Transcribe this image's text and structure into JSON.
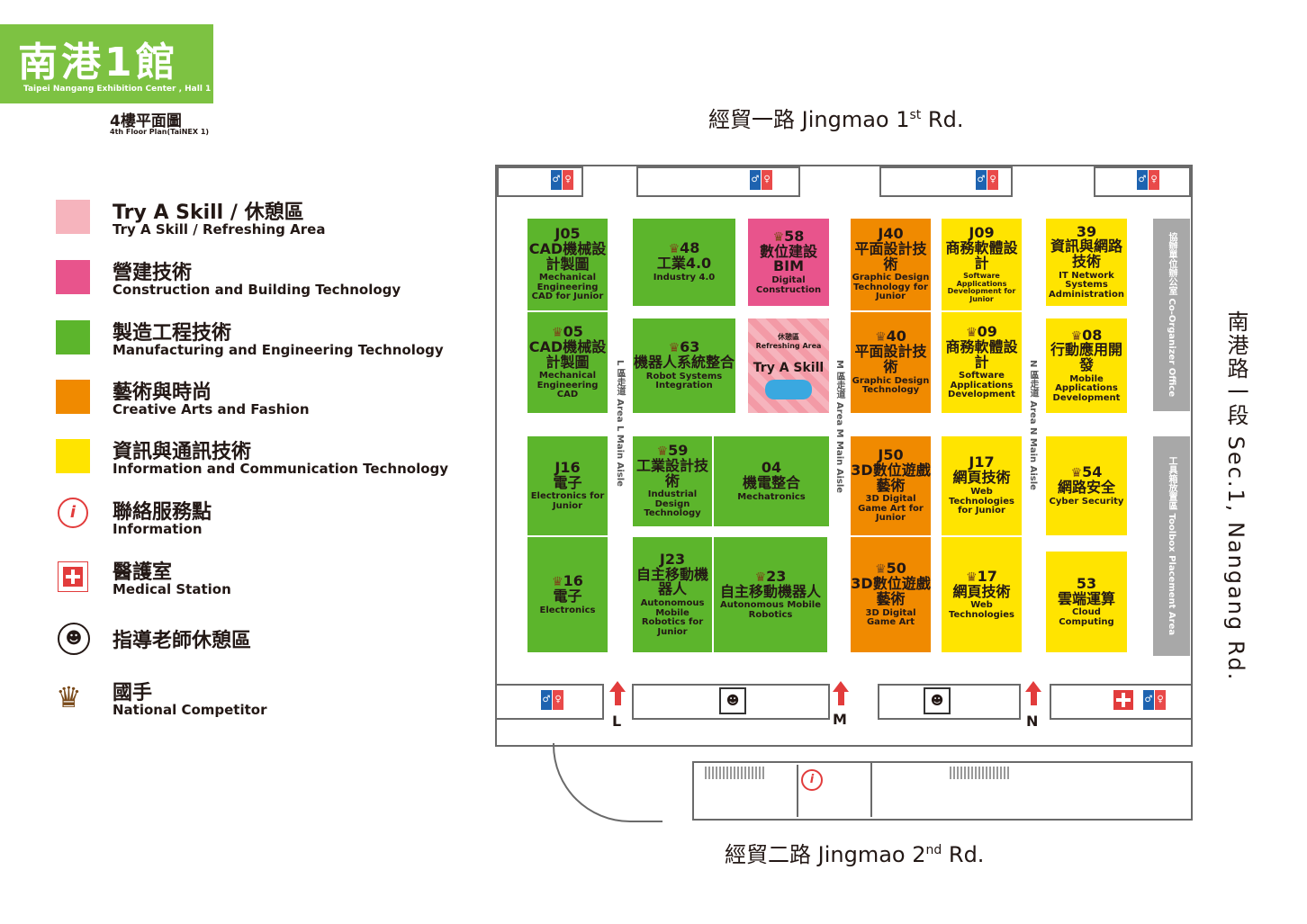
{
  "header": {
    "hall_title": "南港1館",
    "hall_subtitle": "Taipei Nangang Exhibition Center , Hall 1",
    "floor_title": "4樓平面圖",
    "floor_subtitle": "4th Floor Plan(TaiNEX 1)"
  },
  "legend": [
    {
      "zh": "Try A Skill / 休憩區",
      "en": "Try A Skill / Refreshing Area",
      "color": "#f6b4bd"
    },
    {
      "zh": "營建技術",
      "en": "Construction and Building Technology",
      "color": "#e8548c"
    },
    {
      "zh": "製造工程技術",
      "en": "Manufacturing and Engineering Technology",
      "color": "#5cb52c"
    },
    {
      "zh": "藝術與時尚",
      "en": "Creative Arts and Fashion",
      "color": "#f08a00"
    },
    {
      "zh": "資訊與通訊技術",
      "en": "Information and Communication Technology",
      "color": "#ffe400"
    },
    {
      "zh": "聯絡服務點",
      "en": "Information",
      "icon": "info-icon"
    },
    {
      "zh": "醫護室",
      "en": "Medical Station",
      "icon": "medical-icon"
    },
    {
      "zh": "指導老師休憩區",
      "en": "",
      "icon": "teacher-rest-icon"
    },
    {
      "zh": "國手",
      "en": "National Competitor",
      "icon": "crown-icon"
    }
  ],
  "roads": {
    "top": "經貿一路 Jingmao 1",
    "top_sup": "st",
    "top_tail": " Rd.",
    "bottom": "經貿二路   Jingmao 2",
    "bottom_sup": "nd",
    "bottom_tail": " Rd.",
    "right_zh": "南港路一段",
    "right_en": "Sec.1, Nangang Rd."
  },
  "booths": {
    "J05": {
      "num": "J05",
      "zh": "CAD機械設計製圖",
      "en": "Mechanical Engineering CAD for Junior"
    },
    "48": {
      "num": "48",
      "zh": "工業4.0",
      "en": "Industry 4.0"
    },
    "58": {
      "num": "58",
      "zh": "數位建設BIM",
      "en": "Digital Construction"
    },
    "J40": {
      "num": "J40",
      "zh": "平面設計技術",
      "en": "Graphic Design Technology for Junior"
    },
    "J09": {
      "num": "J09",
      "zh": "商務軟體設計",
      "en": "Software Applications Development for Junior"
    },
    "39": {
      "num": "39",
      "zh": "資訊與網路技術",
      "en": "IT Network Systems Administration"
    },
    "05": {
      "num": "05",
      "zh": "CAD機械設計製圖",
      "en": "Mechanical Engineering CAD"
    },
    "63": {
      "num": "63",
      "zh": "機器人系統整合",
      "en": "Robot Systems Integration"
    },
    "rest": {
      "zh": "休憩區",
      "en": "Refreshing Area",
      "label": "Try A Skill"
    },
    "40": {
      "num": "40",
      "zh": "平面設計技術",
      "en": "Graphic Design Technology"
    },
    "09": {
      "num": "09",
      "zh": "商務軟體設計",
      "en": "Software Applications Development"
    },
    "08": {
      "num": "08",
      "zh": "行動應用開發",
      "en": "Mobile Applications Development"
    },
    "J16": {
      "num": "J16",
      "zh": "電子",
      "en": "Electronics for Junior"
    },
    "59": {
      "num": "59",
      "zh": "工業設計技術",
      "en": "Industrial Design Technology"
    },
    "04": {
      "num": "04",
      "zh": "機電整合",
      "en": "Mechatronics"
    },
    "J50": {
      "num": "J50",
      "zh": "3D數位遊戲藝術",
      "en": "3D Digital Game Art for Junior"
    },
    "J17": {
      "num": "J17",
      "zh": "網頁技術",
      "en": "Web Technologies for Junior"
    },
    "54": {
      "num": "54",
      "zh": "網路安全",
      "en": "Cyber Security"
    },
    "16": {
      "num": "16",
      "zh": "電子",
      "en": "Electronics"
    },
    "J23": {
      "num": "J23",
      "zh": "自主移動機器人",
      "en": "Autonomous Mobile Robotics for Junior"
    },
    "23": {
      "num": "23",
      "zh": "自主移動機器人",
      "en": "Autonomous Mobile Robotics"
    },
    "50": {
      "num": "50",
      "zh": "3D數位遊戲藝術",
      "en": "3D Digital Game Art"
    },
    "17": {
      "num": "17",
      "zh": "網頁技術",
      "en": "Web Technologies"
    },
    "53": {
      "num": "53",
      "zh": "雲端運算",
      "en": "Cloud Computing"
    }
  },
  "side_areas": {
    "coorg": "協辦單位辦公室 Co-Organizer Office",
    "toolbox": "工具箱放置區 Toolbox Placement Area"
  },
  "aisles": {
    "L": "L 區走道 Area L Main Aisle",
    "M": "M 區走道 Area M Main Aisle",
    "N": "N 區走道 Area N Main Aisle"
  },
  "gates": {
    "L": "L",
    "M": "M",
    "N": "N"
  },
  "crown_glyph": "♛",
  "colors": {
    "green": "#5cb52c",
    "orange": "#f08a00",
    "yellow": "#ffe400",
    "pink": "#e8548c",
    "light_pink": "#f6b4bd",
    "hall_badge": "#7dc242"
  }
}
